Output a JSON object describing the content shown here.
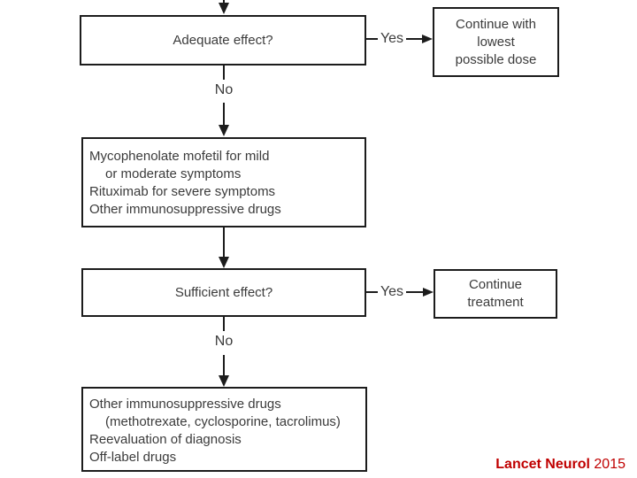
{
  "diagram": {
    "title_implicit": "Immunosuppressive treatment escalation flowchart",
    "nodes": {
      "adequate_effect": {
        "label": "Adequate effect?"
      },
      "continue_lowest": {
        "lines": [
          "Continue with",
          "lowest",
          "possible dose"
        ]
      },
      "escalation": {
        "lines": [
          "Mycophenolate mofetil for mild",
          "or moderate symptoms",
          "Rituximab for severe symptoms",
          "Other immunosuppressive drugs"
        ]
      },
      "sufficient_effect": {
        "label": "Sufficient effect?"
      },
      "continue_treatment": {
        "lines": [
          "Continue",
          "treatment"
        ]
      },
      "alternatives": {
        "lines": [
          "Other immunosuppressive drugs",
          "(methotrexate, cyclosporine, tacrolimus)",
          "Reevaluation of diagnosis",
          "Off-label drugs"
        ]
      }
    },
    "edge_labels": {
      "yes_top": "Yes",
      "no_top": "No",
      "yes_bottom": "Yes",
      "no_bottom": "No"
    },
    "colors": {
      "line": "#1c1c1c",
      "text": "#3b3b3b",
      "citation_red": "#c00000",
      "background": "#ffffff"
    }
  },
  "citation": {
    "source": "Lancet Neurol",
    "year": "2015"
  }
}
